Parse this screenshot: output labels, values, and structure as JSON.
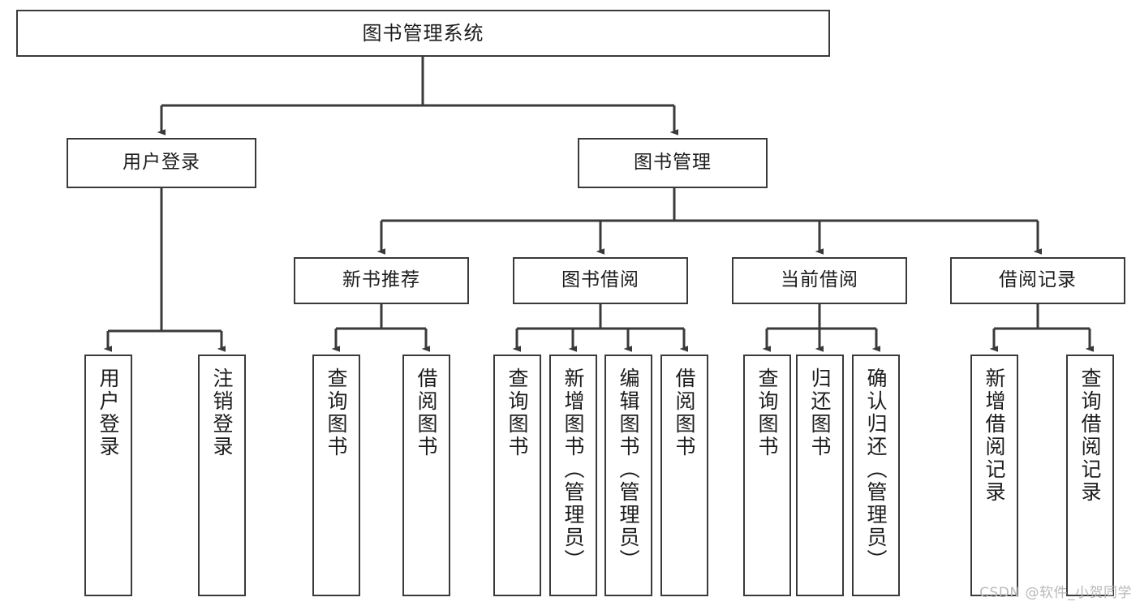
{
  "diagram": {
    "type": "tree",
    "title": "图书管理系统",
    "orientation": "top-down",
    "edge_color": "#3a3a3a",
    "node_border_color": "#3a3a3a",
    "node_fill_color": "#ffffff",
    "text_color": "#1c1c1c"
  },
  "watermark": {
    "text": "CSDN @软件_小贺同学",
    "color": "#b9b9b9"
  },
  "nodes": {
    "root": {
      "label": "图书管理系统"
    },
    "level2": [
      {
        "label": "用户登录"
      },
      {
        "label": "图书管理"
      }
    ],
    "level3": [
      {
        "label": "新书推荐"
      },
      {
        "label": "图书借阅"
      },
      {
        "label": "当前借阅"
      },
      {
        "label": "借阅记录"
      }
    ],
    "leaves": {
      "user_login": [
        {
          "label": "用户登录"
        },
        {
          "label": "注销登录"
        }
      ],
      "new_book_recommend": [
        {
          "label": "查询图书"
        },
        {
          "label": "借阅图书"
        }
      ],
      "book_borrow": [
        {
          "label": "查询图书"
        },
        {
          "label": "新增图书（管理员）"
        },
        {
          "label": "编辑图书（管理员）"
        },
        {
          "label": "借阅图书"
        }
      ],
      "current_borrow": [
        {
          "label": "查询图书"
        },
        {
          "label": "归还图书"
        },
        {
          "label": "确认归还（管理员）"
        }
      ],
      "borrow_record": [
        {
          "label": "新增借阅记录"
        },
        {
          "label": "查询借阅记录"
        }
      ]
    }
  }
}
